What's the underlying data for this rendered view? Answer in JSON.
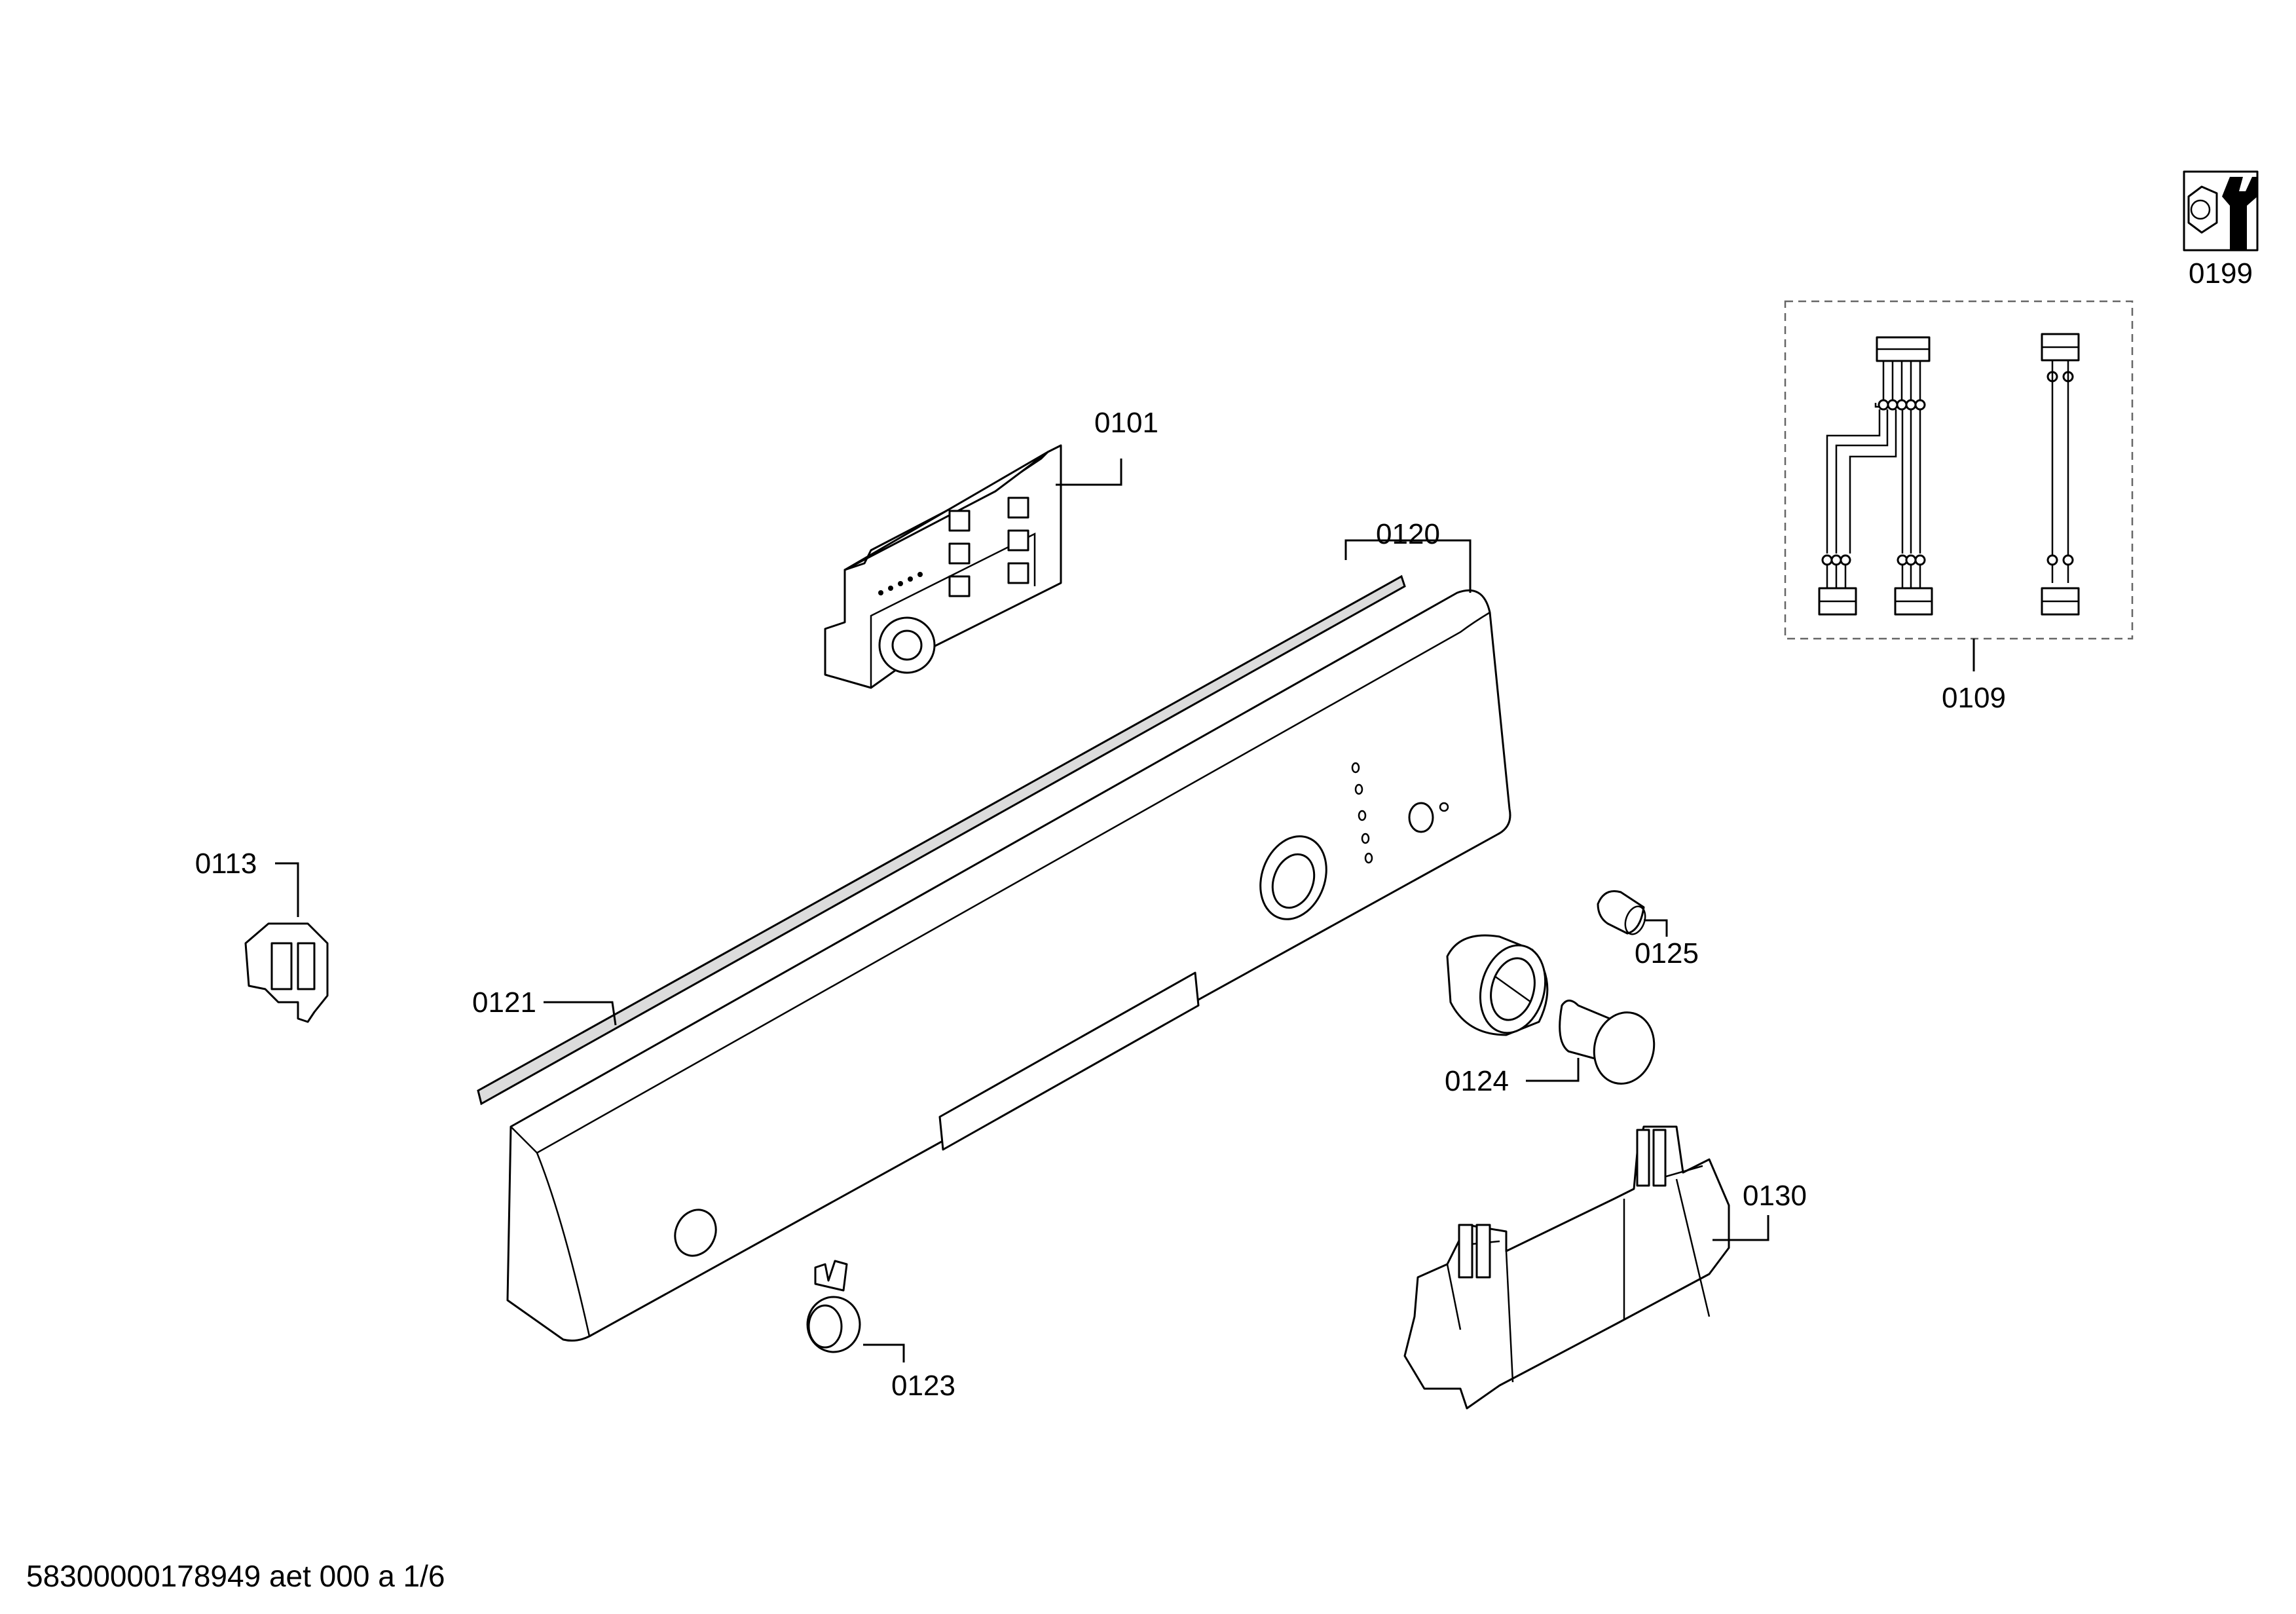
{
  "callouts": {
    "c0101": "0101",
    "c0109": "0109",
    "c0113": "0113",
    "c0120": "0120",
    "c0121": "0121",
    "c0123": "0123",
    "c0124": "0124",
    "c0125": "0125",
    "c0130": "0130",
    "c0199": "0199"
  },
  "footer": {
    "document_id": "58300000178949 aet 000 a 1/6"
  }
}
